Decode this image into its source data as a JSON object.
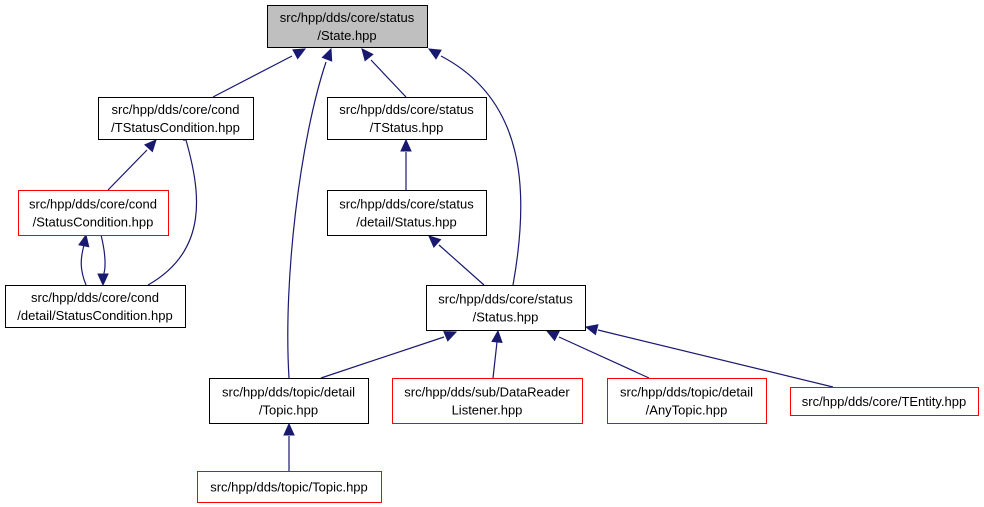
{
  "nodes": [
    {
      "id": "state",
      "lines": [
        "src/hpp/dds/core/status",
        "/State.hpp"
      ],
      "style": "root"
    },
    {
      "id": "tstatuscondition",
      "lines": [
        "src/hpp/dds/core/cond",
        "/TStatusCondition.hpp"
      ],
      "style": "normal"
    },
    {
      "id": "tstatus",
      "lines": [
        "src/hpp/dds/core/status",
        "/TStatus.hpp"
      ],
      "style": "normal"
    },
    {
      "id": "statuscondition",
      "lines": [
        "src/hpp/dds/core/cond",
        "/StatusCondition.hpp"
      ],
      "style": "external"
    },
    {
      "id": "detail-status",
      "lines": [
        "src/hpp/dds/core/status",
        "/detail/Status.hpp"
      ],
      "style": "normal"
    },
    {
      "id": "detail-statuscondition",
      "lines": [
        "src/hpp/dds/core/cond",
        "/detail/StatusCondition.hpp"
      ],
      "style": "normal"
    },
    {
      "id": "status",
      "lines": [
        "src/hpp/dds/core/status",
        "/Status.hpp"
      ],
      "style": "normal"
    },
    {
      "id": "topic-detail",
      "lines": [
        "src/hpp/dds/topic/detail",
        "/Topic.hpp"
      ],
      "style": "normal"
    },
    {
      "id": "datareaderlistener",
      "lines": [
        "src/hpp/dds/sub/DataReader",
        "Listener.hpp"
      ],
      "style": "external"
    },
    {
      "id": "anytopic",
      "lines": [
        "src/hpp/dds/topic/detail",
        "/AnyTopic.hpp"
      ],
      "style": "external"
    },
    {
      "id": "tentity",
      "lines": [
        "src/hpp/dds/core/TEntity.hpp"
      ],
      "style": "external"
    },
    {
      "id": "topic",
      "lines": [
        "src/hpp/dds/topic/Topic.hpp"
      ],
      "style": "external"
    }
  ],
  "edges": [
    {
      "from": "tstatuscondition",
      "to": "state"
    },
    {
      "from": "topic-detail",
      "to": "state"
    },
    {
      "from": "tstatus",
      "to": "state"
    },
    {
      "from": "status",
      "to": "state"
    },
    {
      "from": "statuscondition",
      "to": "tstatuscondition"
    },
    {
      "from": "detail-statuscondition",
      "to": "tstatuscondition"
    },
    {
      "from": "detail-statuscondition",
      "to": "statuscondition"
    },
    {
      "from": "statuscondition",
      "to": "detail-statuscondition"
    },
    {
      "from": "detail-status",
      "to": "tstatus"
    },
    {
      "from": "status",
      "to": "detail-status"
    },
    {
      "from": "topic-detail",
      "to": "status"
    },
    {
      "from": "datareaderlistener",
      "to": "status"
    },
    {
      "from": "anytopic",
      "to": "status"
    },
    {
      "from": "tentity",
      "to": "status"
    },
    {
      "from": "topic",
      "to": "topic-detail"
    }
  ]
}
